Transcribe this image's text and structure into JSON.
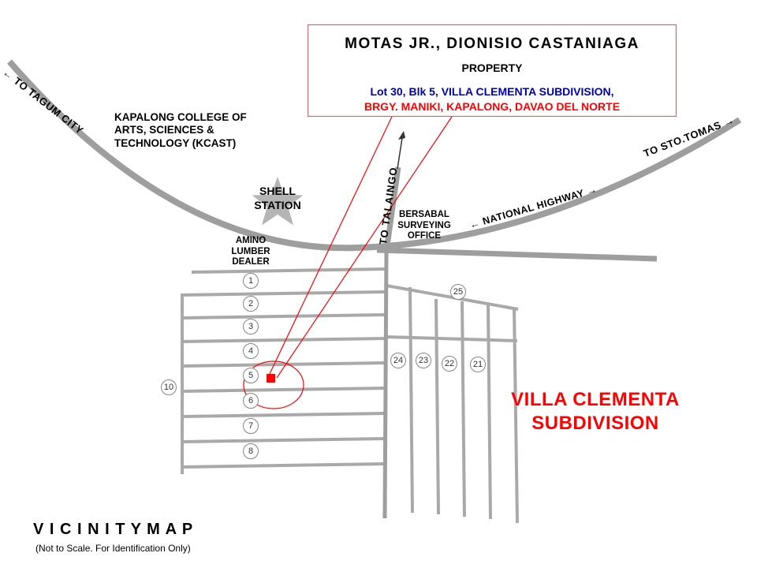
{
  "colors": {
    "accent_red": "#ff0000",
    "road_gray": "#9e9e9e",
    "grid_gray": "#a9a9a9",
    "star_gray": "#b5b5b5",
    "lot_blue": "#0000b4"
  },
  "title_box": {
    "owner": "MOTAS JR., DIONISIO CASTANIAGA",
    "property": "PROPERTY",
    "lot_line": "Lot 30, Blk 5, VILLA CLEMENTA SUBDIVISION,",
    "brgy_line": "BRGY. MANIKI, KAPALONG, DAVAO DEL NORTE"
  },
  "roads": {
    "to_tagum_city": "← TO TAGUM CITY",
    "to_sto_tomas": "TO STO.TOMAS →",
    "national_highway": "← NATIONAL HIGHWAY →",
    "to_talaingo": "TO TALAINGO"
  },
  "landmarks": {
    "kcast": "KAPALONG COLLEGE OF\nARTS, SCIENCES &\nTECHNOLOGY (KCAST)",
    "shell": "SHELL\nSTATION",
    "amino": "AMINO\nLUMBER\nDEALER",
    "bersabal": "BERSABAL\nSURVEYING\nOFFICE"
  },
  "subdivision": {
    "name": "VILLA CLEMENTA\nSUBDIVISION"
  },
  "blocks": {
    "left": [
      "1",
      "2",
      "3",
      "4",
      "5",
      "6",
      "7",
      "8"
    ],
    "west": "10",
    "north": "25",
    "row": [
      "24",
      "23",
      "22",
      "21"
    ]
  },
  "footer": {
    "title": "V I C I N I T Y   M A P",
    "subtitle": "(Not to Scale. For Identification Only)"
  }
}
